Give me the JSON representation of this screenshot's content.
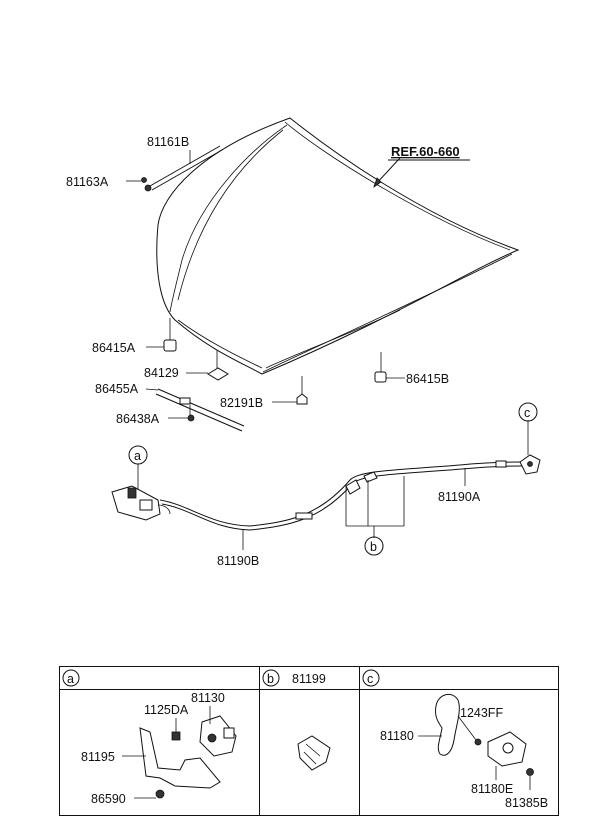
{
  "ref_label": "REF.60-660",
  "callouts": {
    "a": "a",
    "b": "b",
    "c": "c"
  },
  "parts": {
    "p81161B": "81161B",
    "p81163A": "81163A",
    "p86415A": "86415A",
    "p84129": "84129",
    "p86455A": "86455A",
    "p82191B": "82191B",
    "p86438A": "86438A",
    "p86415B": "86415B",
    "p81190A": "81190A",
    "p81190B": "81190B"
  },
  "table": {
    "headers": [
      "a",
      "b",
      "c"
    ],
    "header_b_part": "81199",
    "panel_a": {
      "p1125DA": "1125DA",
      "p81130": "81130",
      "p81195": "81195",
      "p86590": "86590"
    },
    "panel_c": {
      "p1243FF": "1243FF",
      "p81180": "81180",
      "p81180E": "81180E",
      "p81385B": "81385B"
    }
  }
}
